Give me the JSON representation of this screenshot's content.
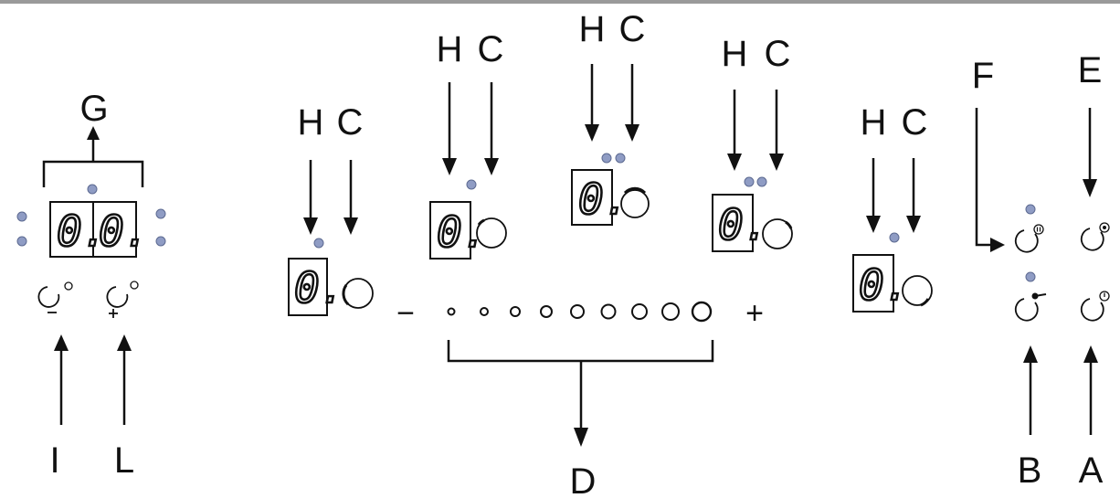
{
  "colors": {
    "ink": "#111111",
    "led": "#8f9cc4",
    "led_stroke": "#5d6a91",
    "topbar": "#9a9a9a"
  },
  "labels": {
    "a": "A",
    "b": "B",
    "c": "C",
    "d": "D",
    "e": "E",
    "f": "F",
    "g": "G",
    "h": "H",
    "i": "I",
    "l": "L"
  },
  "symbols": {
    "minus": "−",
    "plus": "+"
  },
  "timer_display": {
    "digit_1": "0.",
    "digit_2": "0."
  },
  "zone_display": {
    "digit": "0."
  }
}
